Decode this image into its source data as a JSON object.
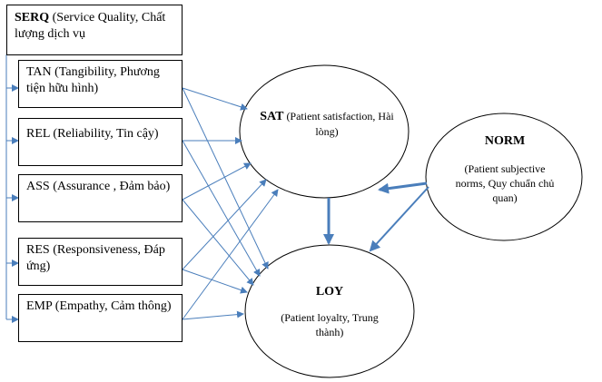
{
  "serq": {
    "abbr": "SERQ",
    "desc": "(Service Quality, Chất lượng dịch vụ"
  },
  "dimensions": [
    {
      "abbr": "TAN",
      "desc": "(Tangibility, Phương tiện hữu hình)"
    },
    {
      "abbr": "REL",
      "desc": "(Reliability, Tin cậy)"
    },
    {
      "abbr": "ASS",
      "desc": "(Assurance , Đảm bảo)"
    },
    {
      "abbr": "RES",
      "desc": "(Responsiveness, Đáp ứng)"
    },
    {
      "abbr": "EMP",
      "desc": "(Empathy, Cảm thông)"
    }
  ],
  "sat": {
    "abbr": "SAT",
    "desc": "(Patient satisfaction, Hài lòng)"
  },
  "norm": {
    "abbr": "NORM",
    "desc": "(Patient subjective norms, Quy chuẩn chủ quan)"
  },
  "loy": {
    "abbr": "LOY",
    "desc": "(Patient loyalty, Trung thành)"
  },
  "colors": {
    "arrow": "#4a7ebb",
    "border": "#000000"
  }
}
